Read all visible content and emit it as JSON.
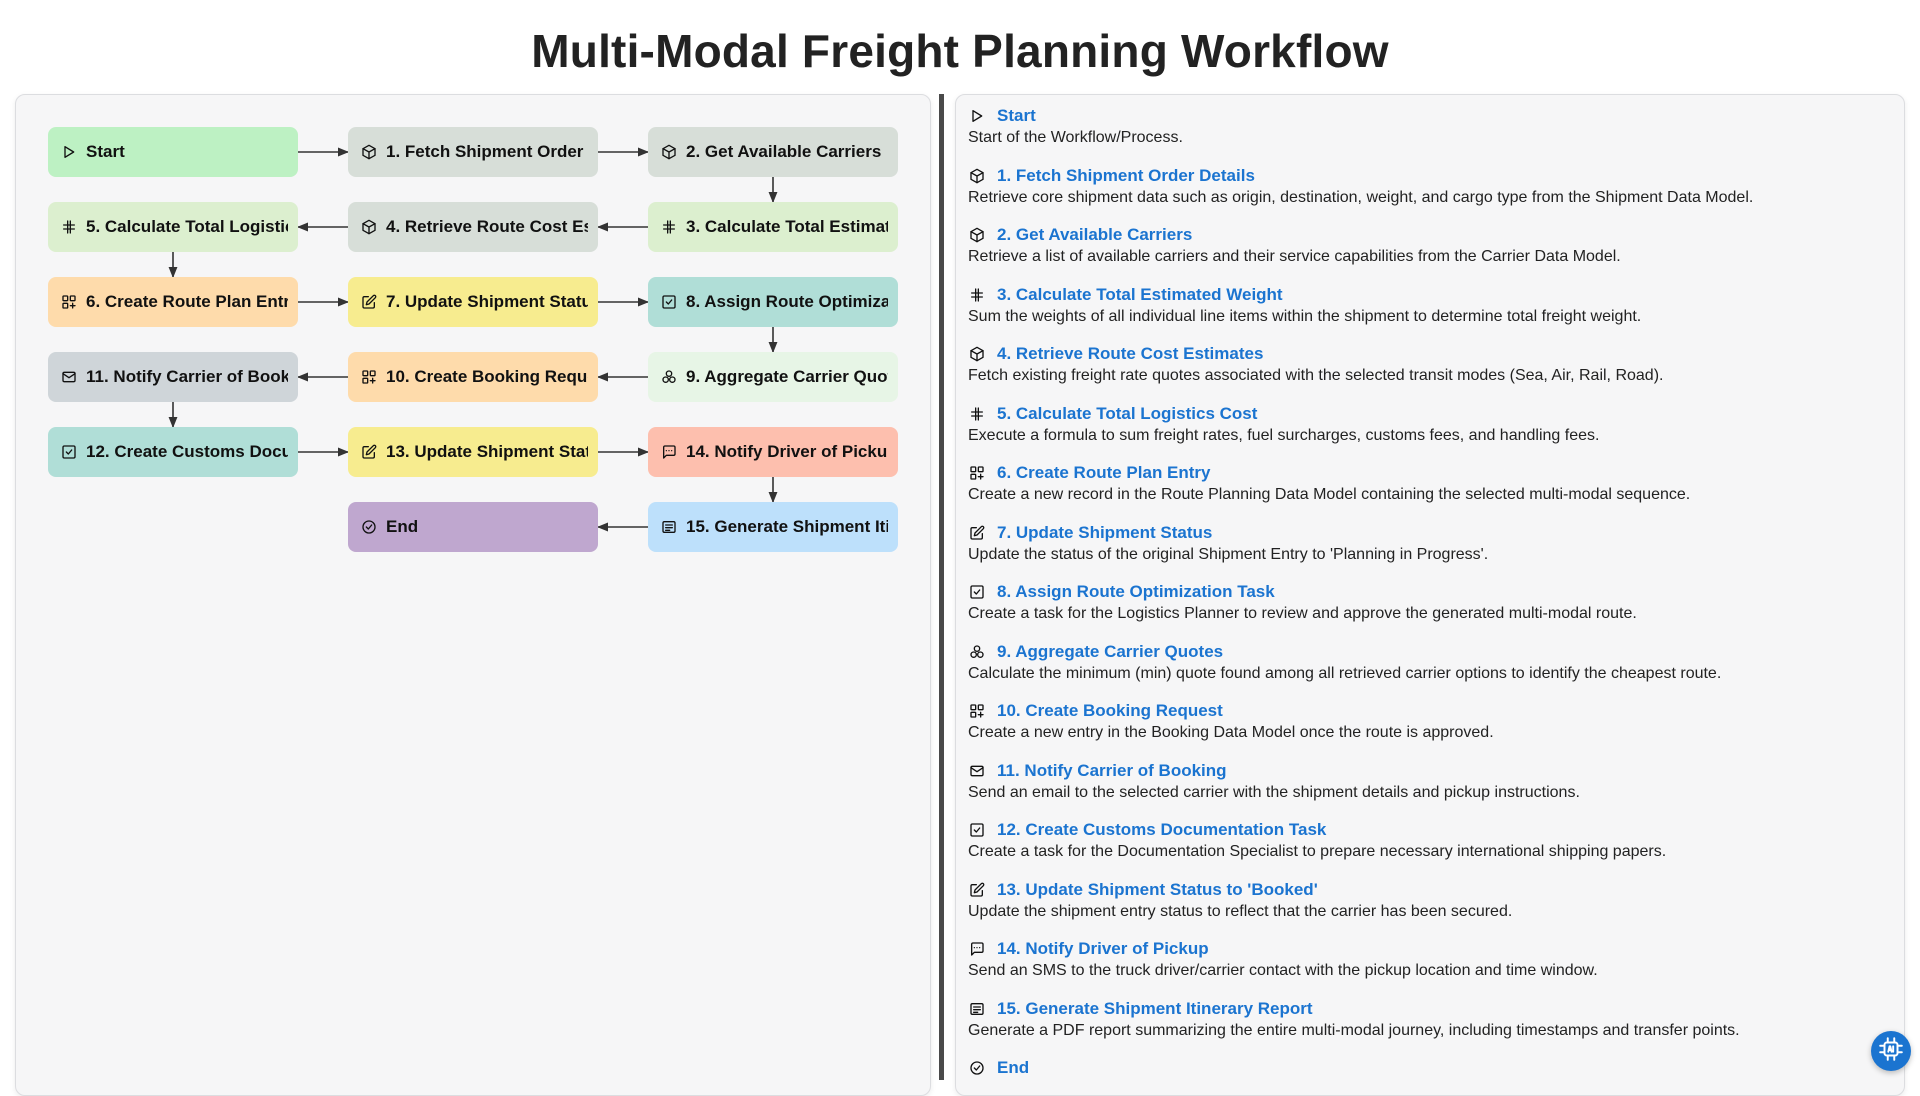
{
  "title": "Multi-Modal Freight Planning Workflow",
  "nodes": [
    {
      "id": "start",
      "label": "Start",
      "icon": "play",
      "color": "#bdf1c3",
      "desc": "Start of the Workflow/Process.",
      "full": "Start"
    },
    {
      "id": "n1",
      "label": "1. Fetch Shipment Order De",
      "icon": "cube",
      "color": "#d7ded8",
      "desc": "Retrieve core shipment data such as origin, destination, weight, and cargo type from the Shipment Data Model.",
      "full": "1. Fetch Shipment Order Details"
    },
    {
      "id": "n2",
      "label": "2. Get Available Carriers",
      "icon": "cube",
      "color": "#d7ded8",
      "desc": "Retrieve a list of available carriers and their service capabilities from the Carrier Data Model.",
      "full": "2. Get Available Carriers"
    },
    {
      "id": "n3",
      "label": "3. Calculate Total Estimated",
      "icon": "hash",
      "color": "#dcefcf",
      "desc": "Sum the weights of all individual line items within the shipment to determine total freight weight.",
      "full": "3. Calculate Total Estimated Weight"
    },
    {
      "id": "n4",
      "label": "4. Retrieve Route Cost Esti",
      "icon": "cube",
      "color": "#d7ded8",
      "desc": "Fetch existing freight rate quotes associated with the selected transit modes (Sea, Air, Rail, Road).",
      "full": "4. Retrieve Route Cost Estimates"
    },
    {
      "id": "n5",
      "label": "5. Calculate Total Logistics",
      "icon": "hash",
      "color": "#dcefcf",
      "desc": "Execute a formula to sum freight rates, fuel surcharges, customs fees, and handling fees.",
      "full": "5. Calculate Total Logistics Cost"
    },
    {
      "id": "n6",
      "label": "6. Create Route Plan Entry",
      "icon": "grid-plus",
      "color": "#fedbab",
      "desc": "Create a new record in the Route Planning Data Model containing the selected multi-modal sequence.",
      "full": "6. Create Route Plan Entry"
    },
    {
      "id": "n7",
      "label": "7. Update Shipment Status",
      "icon": "edit",
      "color": "#f7ec8f",
      "desc": "Update the status of the original Shipment Entry to 'Planning in Progress'.",
      "full": "7. Update Shipment Status"
    },
    {
      "id": "n8",
      "label": "8. Assign Route Optimizatio",
      "icon": "checkbox",
      "color": "#b0ded7",
      "desc": "Create a task for the Logistics Planner to review and approve the generated multi-modal route.",
      "full": "8. Assign Route Optimization Task"
    },
    {
      "id": "n9",
      "label": "9. Aggregate Carrier Quote",
      "icon": "aggregate",
      "color": "#e7f5e6",
      "desc": "Calculate the minimum (min) quote found among all retrieved carrier options to identify the cheapest route.",
      "full": "9. Aggregate Carrier Quotes"
    },
    {
      "id": "n10",
      "label": "10. Create Booking Reques",
      "icon": "grid-plus",
      "color": "#fedbab",
      "desc": "Create a new entry in the Booking Data Model once the route is approved.",
      "full": "10. Create Booking Request"
    },
    {
      "id": "n11",
      "label": "11. Notify Carrier of Bookin",
      "icon": "mail",
      "color": "#cfd5d9",
      "desc": "Send an email to the selected carrier with the shipment details and pickup instructions.",
      "full": "11. Notify Carrier of Booking"
    },
    {
      "id": "n12",
      "label": "12. Create Customs Docum",
      "icon": "checkbox",
      "color": "#b0ded7",
      "desc": "Create a task for the Documentation Specialist to prepare necessary international shipping papers.",
      "full": "12. Create Customs Documentation Task"
    },
    {
      "id": "n13",
      "label": "13. Update Shipment Statu",
      "icon": "edit",
      "color": "#f7ec8f",
      "desc": "Update the shipment entry status to reflect that the carrier has been secured.",
      "full": "13. Update Shipment Status to 'Booked'"
    },
    {
      "id": "n14",
      "label": "14. Notify Driver of Pickup",
      "icon": "chat",
      "color": "#fdbfae",
      "desc": "Send an SMS to the truck driver/carrier contact with the pickup location and time window.",
      "full": "14. Notify Driver of Pickup"
    },
    {
      "id": "n15",
      "label": "15. Generate Shipment Itine",
      "icon": "report",
      "color": "#bde0fb",
      "desc": "Generate a PDF report summarizing the entire multi-modal journey, including timestamps and transfer points.",
      "full": "15. Generate Shipment Itinerary Report"
    },
    {
      "id": "end",
      "label": "End",
      "icon": "check-circle",
      "color": "#bfa7cf",
      "desc": "",
      "full": "End"
    }
  ]
}
